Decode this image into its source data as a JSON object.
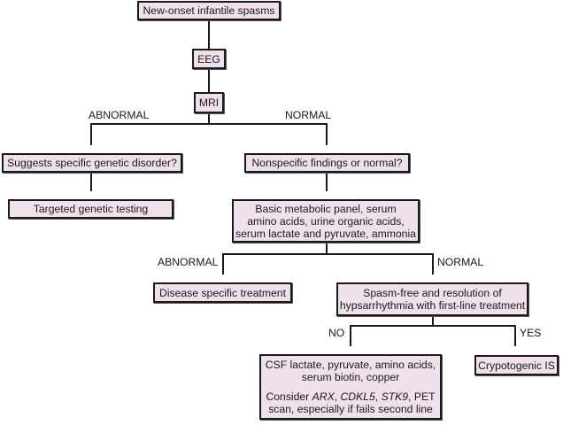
{
  "nodes": {
    "start": "New-onset infantile spasms",
    "eeg": "EEG",
    "mri": "MRI",
    "genetic_q": "Suggests specific genetic disorder?",
    "targeted": "Targeted genetic testing",
    "nonspecific_q": "Nonspecific findings or normal?",
    "metabolic": [
      "Basic metabolic panel, serum",
      "amino acids, urine organic acids,",
      "serum lactate and pyruvate, ammonia"
    ],
    "disease_tx": "Disease specific treatment",
    "spasm_free_q": [
      "Spasm-free and resolution of",
      "hypsarrhythmia with first-line treatment"
    ],
    "csf": {
      "line1": "CSF lactate, pyruvate, amino acids,",
      "line2": "serum biotin, copper",
      "consider": "Consider ",
      "gene1": "ARX",
      "sep1": ", ",
      "gene2": "CDKL5",
      "sep2": ", ",
      "gene3": "STK9",
      "rest1": ", PET",
      "line4": "scan, especially if fails second line"
    },
    "cryptogenic": "Crypotogenic IS"
  },
  "edge_labels": {
    "mri_abnormal": "ABNORMAL",
    "mri_normal": "NORMAL",
    "metabolic_abnormal": "ABNORMAL",
    "metabolic_normal": "NORMAL",
    "treatment_no": "NO",
    "treatment_yes": "YES"
  },
  "colors": {
    "box_fill": "#efe0ec",
    "stroke": "#1a1a1a"
  }
}
